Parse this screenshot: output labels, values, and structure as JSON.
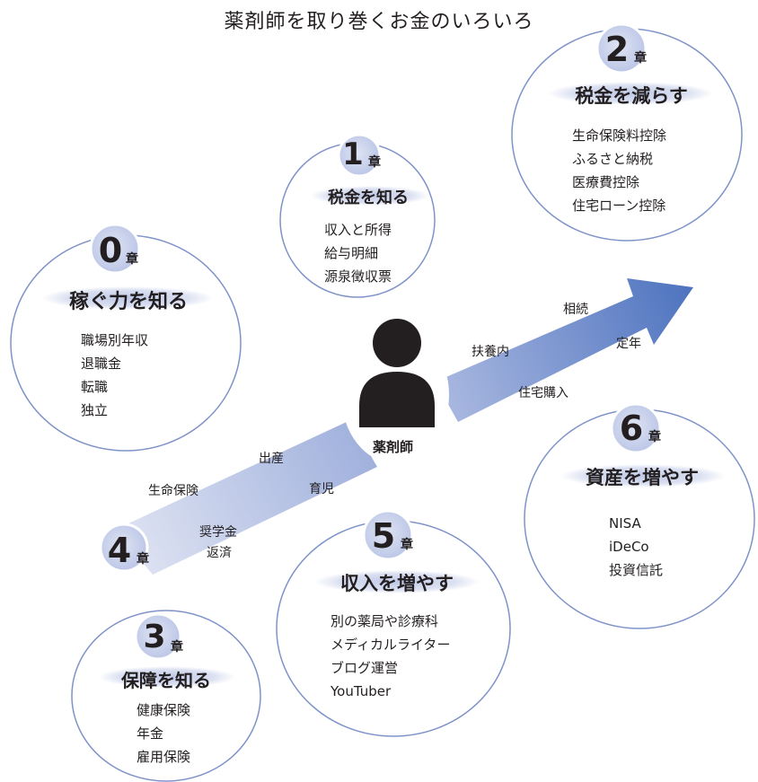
{
  "title": "薬剤師を取り巻くお金のいろいろ",
  "center_label": "薬剤師",
  "chapter_suffix": "章",
  "chapters": [
    {
      "num": "0",
      "heading": "稼ぐ力を知る",
      "items": [
        "職場別年収",
        "退職金",
        "転職",
        "独立"
      ]
    },
    {
      "num": "1",
      "heading": "税金を知る",
      "items": [
        "収入と所得",
        "給与明細",
        "源泉徴収票"
      ]
    },
    {
      "num": "2",
      "heading": "税金を減らす",
      "items": [
        "生命保険料控除",
        "ふるさと納税",
        "医療費控除",
        "住宅ローン控除"
      ]
    },
    {
      "num": "3",
      "heading": "保障を知る",
      "items": [
        "健康保険",
        "年金",
        "雇用保険"
      ]
    },
    {
      "num": "4"
    },
    {
      "num": "5",
      "heading": "収入を増やす",
      "items": [
        "別の薬局や診療科",
        "メディカルライター",
        "ブログ運営",
        "YouTuber"
      ]
    },
    {
      "num": "6",
      "heading": "資産を増やす",
      "items": [
        "NISA",
        "iDeCo",
        "投資信託"
      ]
    }
  ],
  "life_events": {
    "lower": [
      "出産",
      "生命保険",
      "育児",
      "奨学金",
      "返済"
    ],
    "upper": [
      "相続",
      "扶養内",
      "定年",
      "住宅購入"
    ]
  },
  "colors": {
    "circle_stroke": "#7f93c9",
    "badge_fill": "#c4cde9",
    "heading_band": "#b8c3e4",
    "arrow_start": "#e2e6f4",
    "arrow_end": "#4e73bf",
    "person": "#231f20"
  }
}
